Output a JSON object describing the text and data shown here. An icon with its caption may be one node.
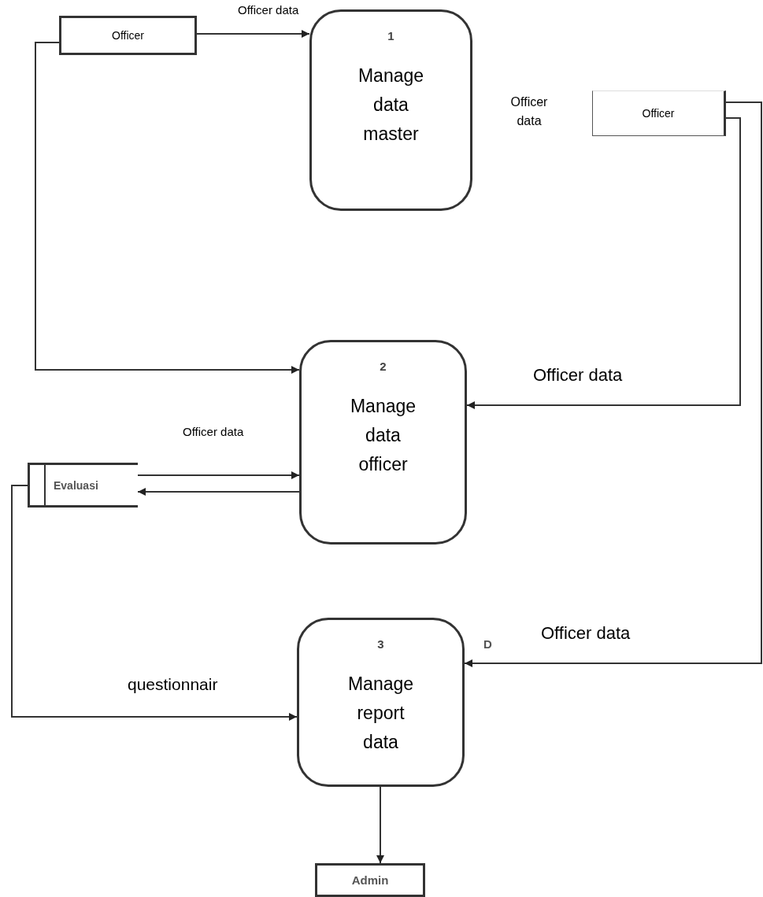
{
  "diagram": {
    "nodes": [
      {
        "text": [
          "Officer"
        ]
      },
      {
        "text": [
          "1",
          "Manage data master"
        ]
      },
      {
        "text": [
          "Officer"
        ]
      },
      {
        "text": [
          "2",
          "Manage data officer"
        ]
      },
      {
        "text": [
          "Evaluasi"
        ]
      },
      {
        "text": [
          "3",
          "Manage report data"
        ]
      },
      {
        "text": [
          "Admin"
        ]
      }
    ],
    "edges": [
      {
        "from": 0,
        "to": 1,
        "arrow": "to",
        "label": "Officer data"
      },
      {
        "from": 0,
        "to": 3,
        "arrow": "to"
      },
      {
        "from": 2,
        "to": 3,
        "arrow": "to",
        "label": "Officer data"
      },
      {
        "from": 4,
        "to": 3,
        "arrow": "to",
        "label": "Officer data"
      },
      {
        "from": 3,
        "to": 4,
        "arrow": "to"
      },
      {
        "from": 4,
        "to": 5,
        "arrow": "to",
        "label": "questionnair"
      },
      {
        "from": 2,
        "to": 5,
        "arrow": "to",
        "label": "Officer data"
      },
      {
        "from": 5,
        "to": 6,
        "arrow": "to"
      }
    ],
    "labels": [
      "Officer data",
      "D"
    ]
  }
}
